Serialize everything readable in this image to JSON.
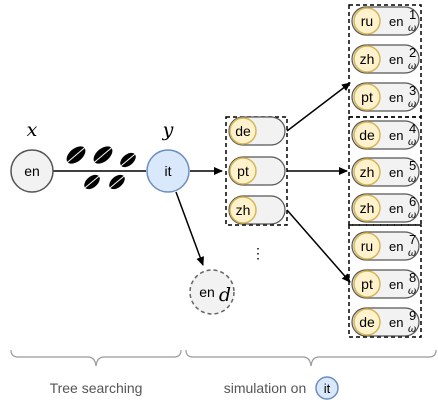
{
  "colors": {
    "gray_node_fill": "#f2f2f2",
    "gray_node_stroke": "#555555",
    "blue_node_fill": "#dae8fc",
    "blue_node_stroke": "#6c8ebf",
    "yellow_fill": "#fff2cc",
    "yellow_stroke": "#d6b656",
    "leaf": "#000000",
    "brace": "#999999"
  },
  "labels": {
    "x": "x",
    "y": "y",
    "source_node": "en",
    "target_node": "it",
    "draft_node": "en",
    "draft_sub": "d",
    "dots": "⋮",
    "leaves_icon": "leaves-icon"
  },
  "middle_nodes": [
    {
      "lang": "de"
    },
    {
      "lang": "pt"
    },
    {
      "lang": "zh"
    }
  ],
  "right_nodes": [
    {
      "lang": "ru",
      "out": "en",
      "sub": "ω",
      "sup": "1"
    },
    {
      "lang": "zh",
      "out": "en",
      "sub": "ω",
      "sup": "2"
    },
    {
      "lang": "pt",
      "out": "en",
      "sub": "ω",
      "sup": "3"
    },
    {
      "lang": "de",
      "out": "en",
      "sub": "ω",
      "sup": "4"
    },
    {
      "lang": "zh",
      "out": "en",
      "sub": "ω",
      "sup": "5"
    },
    {
      "lang": "zh",
      "out": "en",
      "sub": "ω",
      "sup": "6"
    },
    {
      "lang": "ru",
      "out": "en",
      "sub": "ω",
      "sup": "7"
    },
    {
      "lang": "pt",
      "out": "en",
      "sub": "ω",
      "sup": "8"
    },
    {
      "lang": "de",
      "out": "en",
      "sub": "ω",
      "sup": "9"
    }
  ],
  "captions": {
    "tree": "Tree searching",
    "sim": "simulation on",
    "sim_node": "it"
  }
}
